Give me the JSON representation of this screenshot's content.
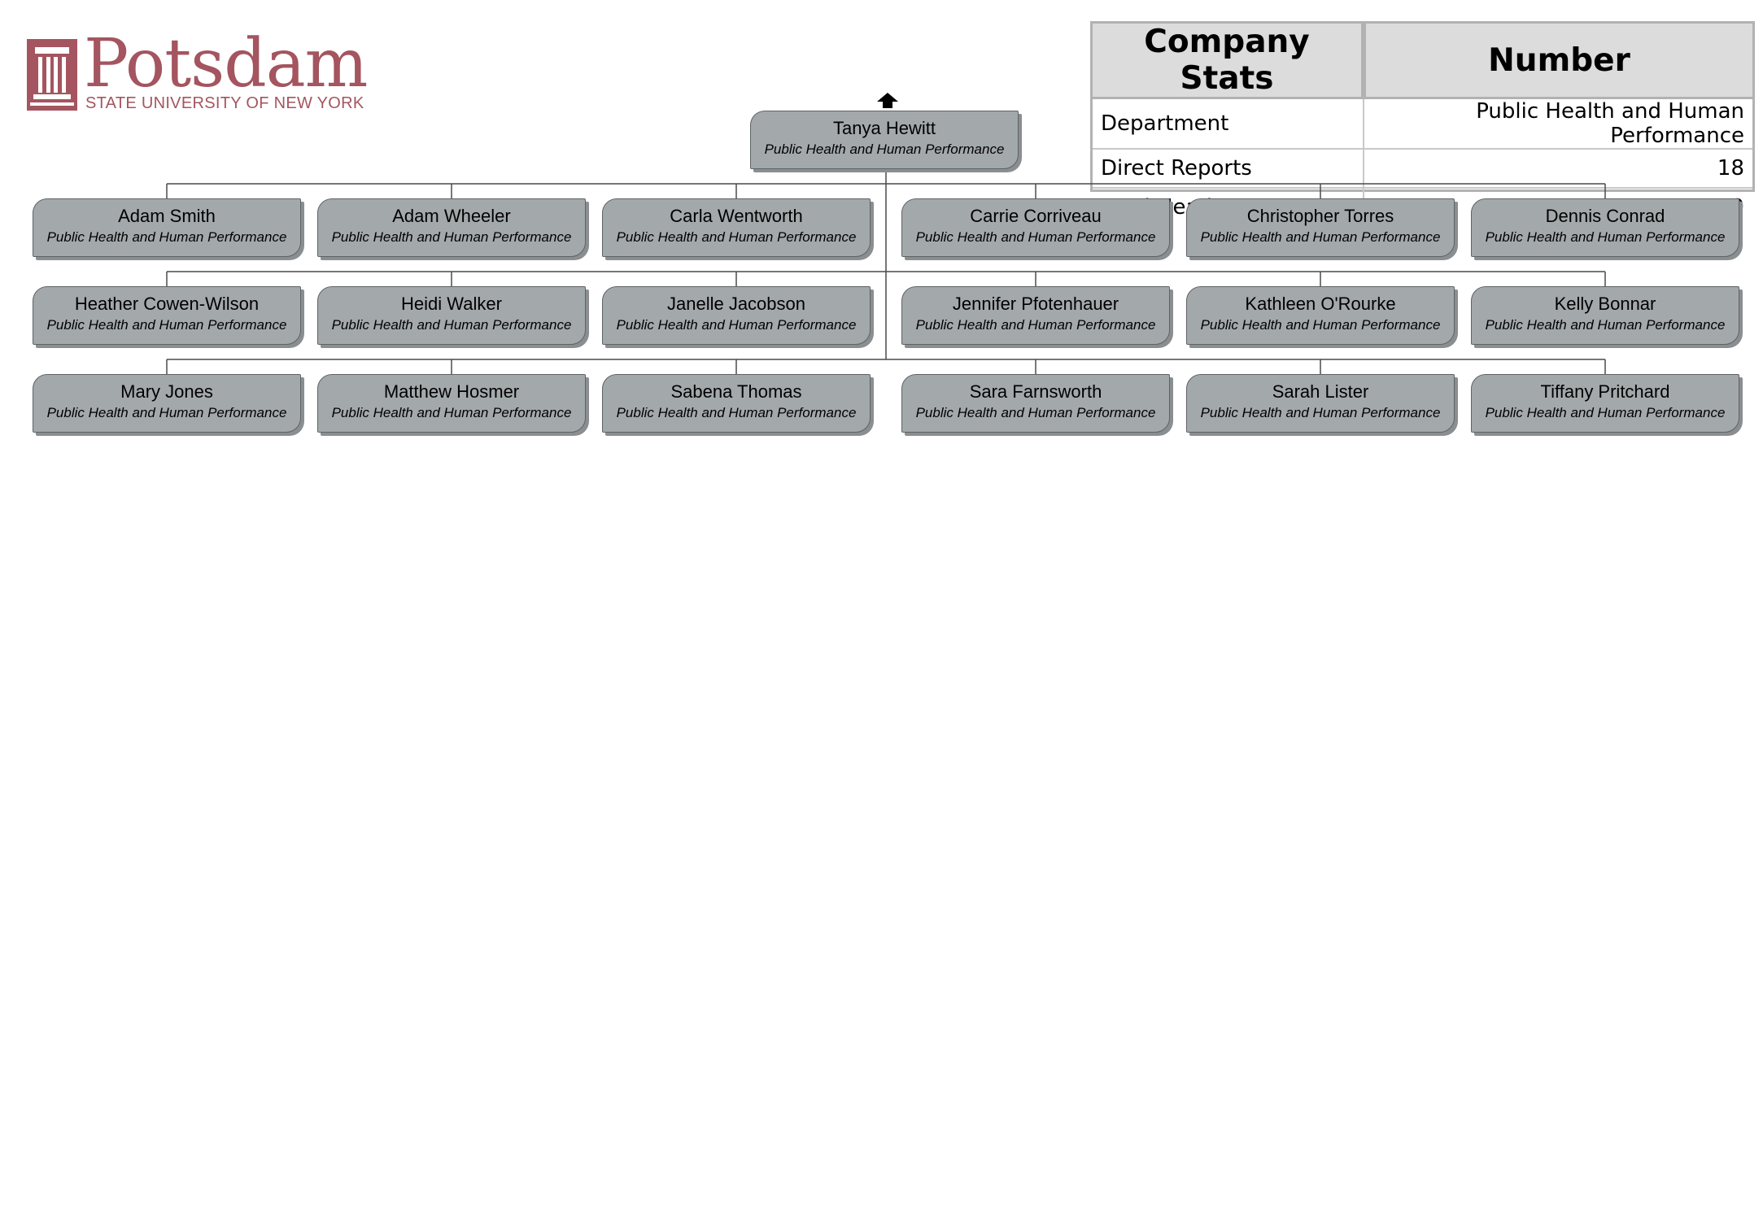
{
  "logo": {
    "word": "Potsdam",
    "subtitle": "STATE UNIVERSITY OF NEW YORK",
    "color": "#a4555f"
  },
  "stats": {
    "headers": [
      "Company Stats",
      "Number"
    ],
    "rows": [
      {
        "label": "Department",
        "value": "Public Health and Human Performance"
      },
      {
        "label": "Direct Reports",
        "value": "18"
      },
      {
        "label": "Total Headcount",
        "value": "19"
      }
    ]
  },
  "org": {
    "up_icon": "up-arrow-icon",
    "node_color": "#a3a8ab",
    "root": {
      "name": "Tanya Hewitt",
      "dept": "Public Health and Human Performance"
    },
    "reports": [
      {
        "name": "Adam Smith",
        "dept": "Public Health and Human Performance"
      },
      {
        "name": "Adam Wheeler",
        "dept": "Public Health and Human Performance"
      },
      {
        "name": "Carla Wentworth",
        "dept": "Public Health and Human Performance"
      },
      {
        "name": "Carrie Corriveau",
        "dept": "Public Health and Human Performance"
      },
      {
        "name": "Christopher Torres",
        "dept": "Public Health and Human Performance"
      },
      {
        "name": "Dennis Conrad",
        "dept": "Public Health and Human Performance"
      },
      {
        "name": "Heather Cowen-Wilson",
        "dept": "Public Health and Human Performance"
      },
      {
        "name": "Heidi Walker",
        "dept": "Public Health and Human Performance"
      },
      {
        "name": "Janelle Jacobson",
        "dept": "Public Health and Human Performance"
      },
      {
        "name": "Jennifer Pfotenhauer",
        "dept": "Public Health and Human Performance"
      },
      {
        "name": "Kathleen O'Rourke",
        "dept": "Public Health and Human Performance"
      },
      {
        "name": "Kelly Bonnar",
        "dept": "Public Health and Human Performance"
      },
      {
        "name": "Mary Jones",
        "dept": "Public Health and Human Performance"
      },
      {
        "name": "Matthew Hosmer",
        "dept": "Public Health and Human Performance"
      },
      {
        "name": "Sabena Thomas",
        "dept": "Public Health and Human Performance"
      },
      {
        "name": "Sara Farnsworth",
        "dept": "Public Health and Human Performance"
      },
      {
        "name": "Sarah Lister",
        "dept": "Public Health and Human Performance"
      },
      {
        "name": "Tiffany Pritchard",
        "dept": "Public Health and Human Performance"
      }
    ]
  }
}
